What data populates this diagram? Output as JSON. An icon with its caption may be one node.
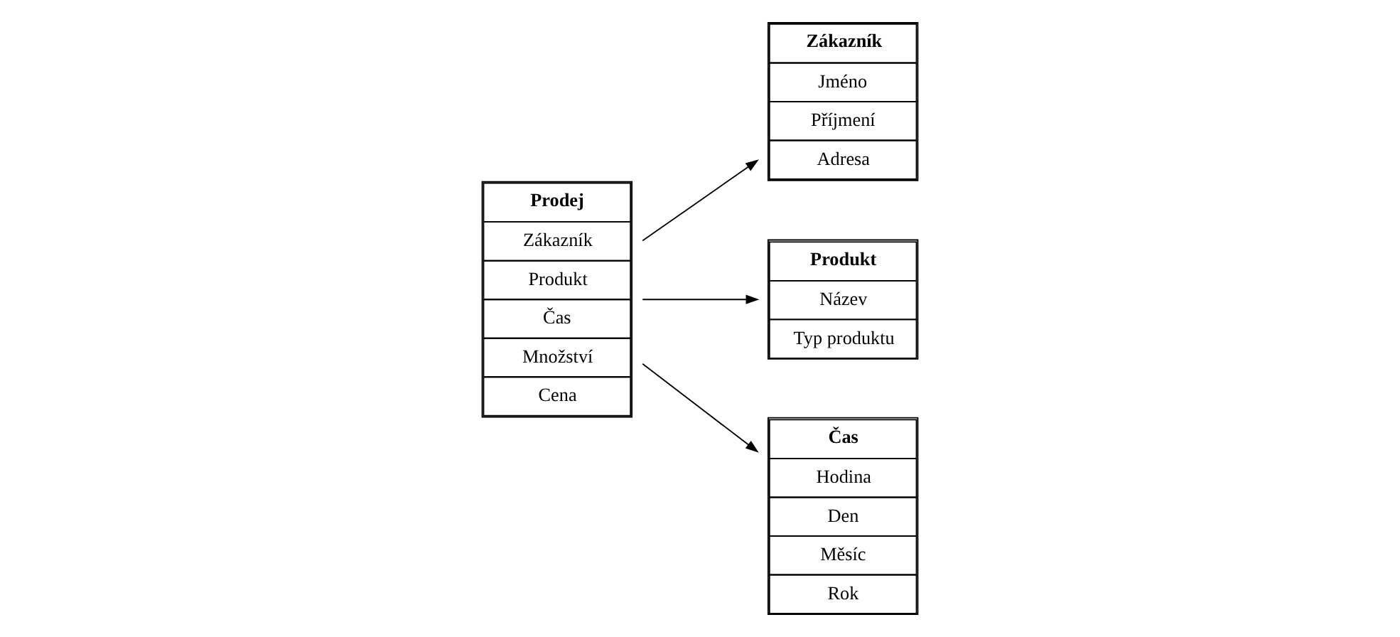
{
  "diagram": {
    "nodes": [
      {
        "text": [
          "Zákazník",
          "Jméno",
          "Příjmení",
          "Adresa"
        ]
      },
      {
        "text": [
          "Produkt",
          "Název",
          "Typ produktu"
        ]
      },
      {
        "text": [
          "Prodej",
          "Zákazník",
          "Produkt",
          "Čas",
          "Množství",
          "Cena"
        ]
      },
      {
        "text": [
          "Čas",
          "Hodina",
          "Den",
          "Měsíc",
          "Rok"
        ]
      }
    ],
    "edges": [
      {
        "from": 2,
        "to": 0,
        "arrow": "to"
      },
      {
        "from": 2,
        "to": 1,
        "arrow": "to"
      },
      {
        "from": 2,
        "to": 3,
        "arrow": "to"
      }
    ]
  }
}
